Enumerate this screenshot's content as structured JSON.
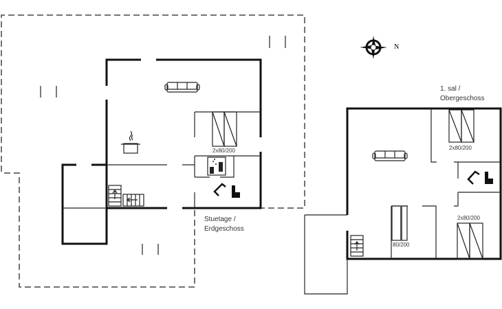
{
  "ground_floor": {
    "title_line1": "Stuetage /",
    "title_line2": "Erdgeschoss",
    "bedroom_label": "2x80/200"
  },
  "upper_floor": {
    "title_line1": "1. sal /",
    "title_line2": "Obergeschoss",
    "bedroom1_label": "2x80/200",
    "bedroom2_label": "2x80/200",
    "single_bed_label": "80/200"
  },
  "compass": {
    "north_label": "N"
  }
}
